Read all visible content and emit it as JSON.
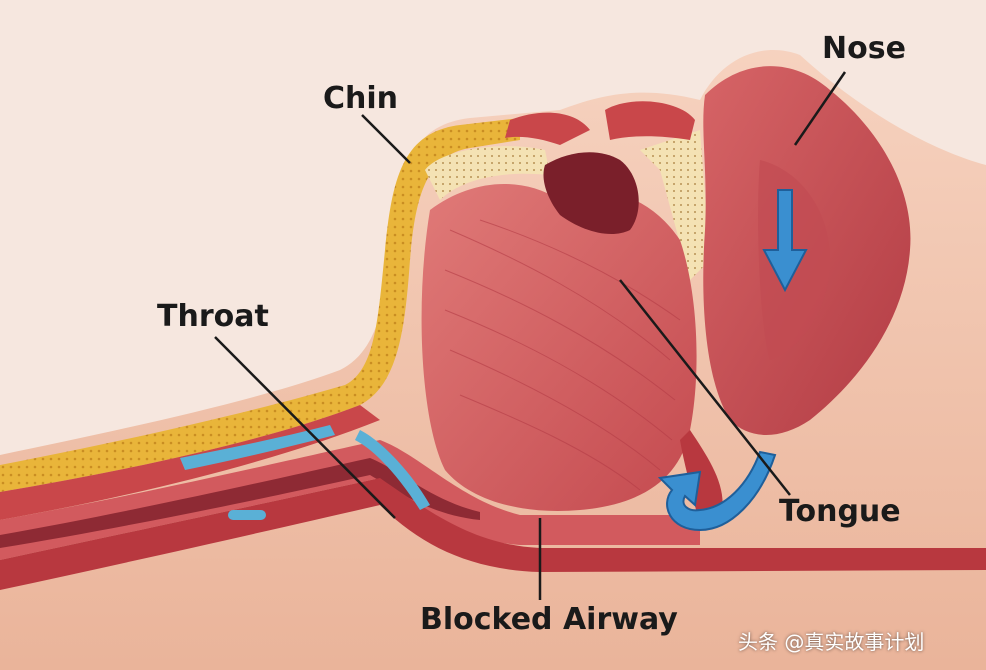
{
  "labels": {
    "nose": "Nose",
    "chin": "Chin",
    "throat": "Throat",
    "tongue": "Tongue",
    "blocked_airway": "Blocked Airway"
  },
  "watermark": "头条 @真实故事计划",
  "colors": {
    "background": "#f6e7df",
    "skin": "#f3c9b2",
    "fat_layer": "#e9b53a",
    "muscle": "#c9474a",
    "tongue": "#d8686a",
    "bone": "#f4e2b4",
    "cartilage": "#5ab0d6",
    "airflow_arrow": "#3a8fd0",
    "leader_line": "#1a1a1a"
  },
  "icons": [
    "airflow-down-arrow-icon",
    "airflow-curved-arrow-icon"
  ]
}
